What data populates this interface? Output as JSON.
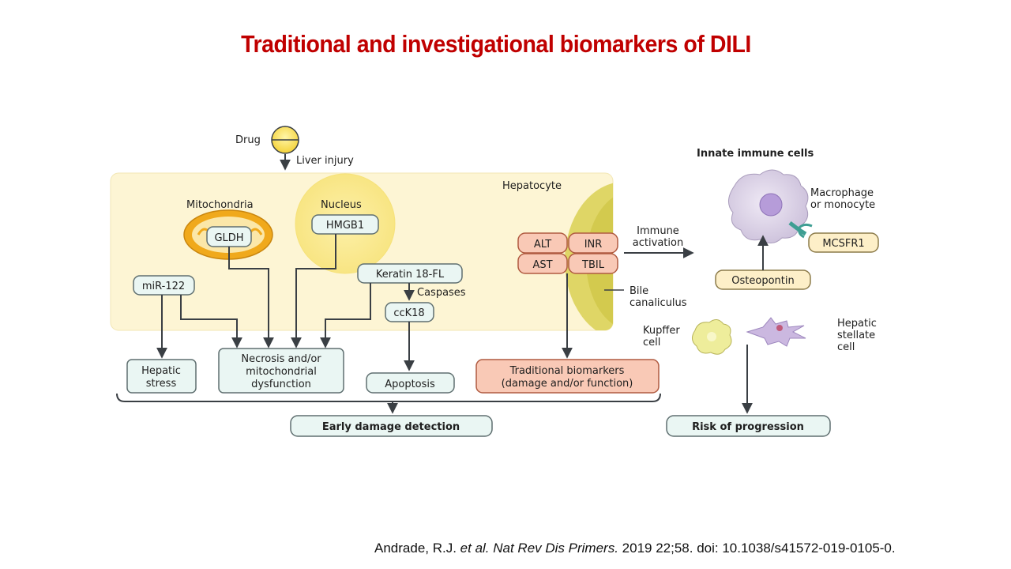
{
  "slide": {
    "title": "Traditional and investigational biomarkers of DILI"
  },
  "citation": {
    "authors": "Andrade, R.J. ",
    "etal_journal": "et al. Nat Rev Dis Primers.",
    "details": " 2019 22;58. doi: 10.1038/s41572-019-0105-0."
  },
  "diagram": {
    "drug": "Drug",
    "liver_injury": "Liver injury",
    "hepatocyte": "Hepatocyte",
    "mitochondria": "Mitochondria",
    "gldh": "GLDH",
    "nucleus": "Nucleus",
    "hmgb1": "HMGB1",
    "keratin18fl": "Keratin 18-FL",
    "caspases": "Caspases",
    "cck18": "ccK18",
    "mir122": "miR-122",
    "alt": "ALT",
    "inr": "INR",
    "ast": "AST",
    "tbil": "TBIL",
    "bile_canaliculus": [
      "Bile",
      "canaliculus"
    ],
    "immune_activation": [
      "Immune",
      "activation"
    ],
    "innate_immune_cells": "Innate immune cells",
    "macrophage": [
      "Macrophage",
      "or monocyte"
    ],
    "mcsfr1": "MCSFR1",
    "osteopontin": "Osteopontin",
    "kupffer_cell": [
      "Kupffer",
      "cell"
    ],
    "hepatic_stellate_cell": [
      "Hepatic",
      "stellate",
      "cell"
    ],
    "hepatic_stress": [
      "Hepatic",
      "stress"
    ],
    "necrosis": [
      "Necrosis and/or",
      "mitochondrial",
      "dysfunction"
    ],
    "apoptosis": "Apoptosis",
    "traditional_biomarkers": [
      "Traditional biomarkers",
      "(damage and/or function)"
    ],
    "early_damage_detection": "Early damage detection",
    "risk_of_progression": "Risk of progression"
  },
  "colors": {
    "title": "#c00000",
    "hepatocyte_fill": "#fdf5d4",
    "mito_outer": "#f0a91c",
    "box_fill": "#eaf6f3",
    "box_stroke": "#5f6f70",
    "salmon_fill": "#f9c9b6",
    "salmon_stroke": "#b05a40",
    "arrow": "#3a3f44"
  }
}
